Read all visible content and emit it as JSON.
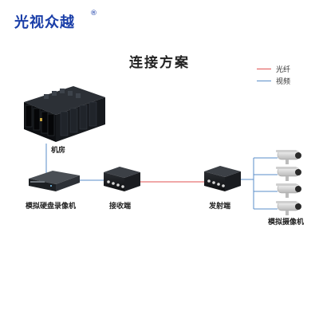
{
  "brand": {
    "name": "光视众越",
    "registered_mark": "®"
  },
  "title": "连接方案",
  "legend": [
    {
      "label": "光纤",
      "color": "#e05050"
    },
    {
      "label": "视频",
      "color": "#5a8ec8"
    }
  ],
  "nodes": {
    "server_room": "机房",
    "nvr": "模拟硬盘录像机",
    "receiver": "接收端",
    "transmitter": "发射端",
    "cameras": "模拟摄像机"
  },
  "colors": {
    "fiber": "#e05050",
    "video": "#5a8ec8",
    "brand": "#1a3ea8"
  }
}
